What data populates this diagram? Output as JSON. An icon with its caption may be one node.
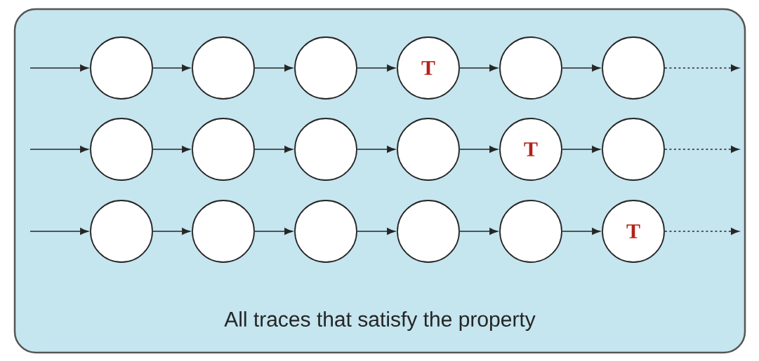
{
  "diagram": {
    "nodes": [
      {
        "text": [
          "All traces that satisfy the property"
        ]
      },
      {
        "text": [],
        "shape": "circle",
        "in": 0
      },
      {
        "text": [],
        "shape": "circle",
        "in": 0
      },
      {
        "text": [],
        "shape": "circle",
        "in": 0
      },
      {
        "text": [
          "T"
        ],
        "in": 0
      },
      {
        "text": [],
        "shape": "circle",
        "in": 0
      },
      {
        "text": [],
        "shape": "circle",
        "in": 0
      },
      {
        "text": [],
        "shape": "circle",
        "in": 0
      },
      {
        "text": [],
        "shape": "circle",
        "in": 0
      },
      {
        "text": [],
        "shape": "circle",
        "in": 0
      },
      {
        "text": [],
        "shape": "circle",
        "in": 0
      },
      {
        "text": [
          "T"
        ],
        "in": 0
      },
      {
        "text": [],
        "shape": "circle",
        "in": 0
      },
      {
        "text": [],
        "shape": "circle",
        "in": 0
      },
      {
        "text": [],
        "shape": "circle",
        "in": 0
      },
      {
        "text": [],
        "shape": "circle",
        "in": 0
      },
      {
        "text": [],
        "shape": "circle",
        "in": 0
      },
      {
        "text": [],
        "shape": "circle",
        "in": 0
      },
      {
        "text": [
          "T"
        ],
        "in": 0
      }
    ],
    "edges": [
      {
        "from": null,
        "to": 1,
        "arrow": "to"
      },
      {
        "from": 1,
        "to": 2,
        "arrow": "to"
      },
      {
        "from": 2,
        "to": 3,
        "arrow": "to"
      },
      {
        "from": 3,
        "to": 4,
        "arrow": "to"
      },
      {
        "from": 4,
        "to": 5,
        "arrow": "to"
      },
      {
        "from": 5,
        "to": 6,
        "arrow": "to"
      },
      {
        "from": 6,
        "to": null,
        "arrow": "to",
        "style": "dashed"
      },
      {
        "from": null,
        "to": 7,
        "arrow": "to"
      },
      {
        "from": 7,
        "to": 8,
        "arrow": "to"
      },
      {
        "from": 8,
        "to": 9,
        "arrow": "to"
      },
      {
        "from": 9,
        "to": 10,
        "arrow": "to"
      },
      {
        "from": 10,
        "to": 11,
        "arrow": "to"
      },
      {
        "from": 11,
        "to": 12,
        "arrow": "to"
      },
      {
        "from": 12,
        "to": null,
        "arrow": "to",
        "style": "dashed"
      },
      {
        "from": null,
        "to": 13,
        "arrow": "to"
      },
      {
        "from": 13,
        "to": 14,
        "arrow": "to"
      },
      {
        "from": 14,
        "to": 15,
        "arrow": "to"
      },
      {
        "from": 15,
        "to": 16,
        "arrow": "to"
      },
      {
        "from": 16,
        "to": 17,
        "arrow": "to"
      },
      {
        "from": 17,
        "to": 18,
        "arrow": "to"
      },
      {
        "from": 18,
        "to": null,
        "arrow": "to",
        "style": "dashed"
      }
    ]
  }
}
